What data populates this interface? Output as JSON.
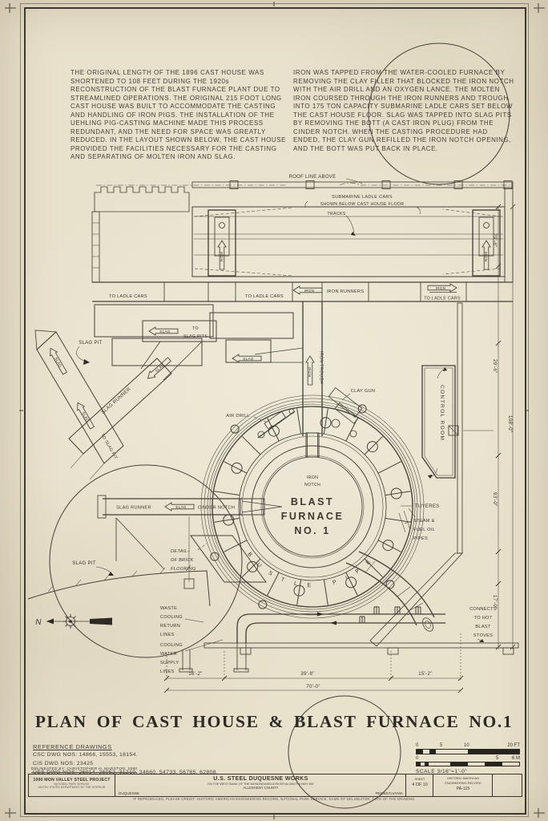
{
  "intro": {
    "left": "THE ORIGINAL LENGTH OF THE 1896 CAST HOUSE WAS SHORTENED TO 108 FEET DURING THE 1920s RECONSTRUCTION OF THE BLAST FURNACE PLANT DUE TO STREAMLINED OPERATIONS. THE ORIGINAL 215 FOOT LONG CAST HOUSE WAS BUILT TO ACCOMMODATE THE CASTING AND HANDLING OF IRON PIGS. THE INSTALLATION OF THE UEHLING PIG-CASTING MACHINE MADE THIS PROCESS REDUNDANT, AND THE NEED FOR SPACE WAS GREATLY REDUCED. IN THE LAYOUT SHOWN BELOW, THE CAST HOUSE PROVIDED THE FACILITIES NECESSARY FOR THE CASTING AND SEPARATING OF MOLTEN IRON AND SLAG.",
    "right": "IRON WAS TAPPED FROM THE WATER-COOLED FURNACE BY REMOVING THE CLAY FILLER THAT BLOCKED THE IRON NOTCH WITH THE AIR DRILL AND AN OXYGEN LANCE. THE MOLTEN IRON COURSED THROUGH THE IRON RUNNERS AND TROUGH INTO 175 TON CAPACITY SUBMARINE LADLE CARS SET BELOW THE CAST HOUSE FLOOR. SLAG WAS TAPPED INTO SLAG PITS BY REMOVING THE BOTT (A CAST IRON PLUG) FROM THE CINDER NOTCH. WHEN THE CASTING PROCEDURE HAD ENDED, THE CLAY GUN REFILLED THE IRON NOTCH OPENING, AND THE BOTT WAS PUT BACK IN PLACE."
  },
  "plan": {
    "labels": {
      "roof_line": "ROOF LINE ABOVE",
      "submarine1": "SUBMARINE LADLE CARS",
      "submarine2": "SHOWN BELOW CAST HOUSE FLOOR",
      "tracks": "TRACKS",
      "to_ladle_cars": "TO LADLE CARS",
      "iron": "IRON",
      "iron_runners": "IRON RUNNERS",
      "slag": "SLAG",
      "to_word": "TO",
      "slag_pits": "SLAG PITS",
      "slag_pit": "SLAG PIT",
      "slag_runner": "SLAG RUNNER",
      "to_slag_pit": "TO SLAG PIT",
      "air_drill": "AIR DRILL",
      "clay_gun": "CLAY GUN",
      "iron_trough": "IRON TROUGH",
      "control_room": "CONTROL ROOM",
      "iron_notch1": "IRON",
      "iron_notch2": "NOTCH",
      "blast": "BLAST",
      "furnace": "FURNACE",
      "no1": "NO. 1",
      "cinder_notch": "CINDER NOTCH",
      "tuyeres": "TUYERES",
      "steam1": "STEAM &",
      "steam2": "FUEL OIL",
      "steam3": "PIPES",
      "bustle": "BUSTLE PIPE",
      "detail1": "DETAIL-",
      "detail2": "OF BRICK",
      "detail3": "FLOORING",
      "waste1": "WASTE",
      "waste2": "COOLING",
      "waste3": "RETURN",
      "waste4": "LINES",
      "cool1": "COOLING",
      "cool2": "WATER",
      "cool3": "SUPPLY",
      "cool4": "LINES",
      "conn1": "CONNECTS",
      "conn2": "TO HOT",
      "conn3": "BLAST",
      "conn4": "STOVES",
      "north": "N"
    },
    "dims": {
      "r29a": "29'-6\"",
      "r29b": "29'-6\"",
      "r108": "108'-0\"",
      "r93": "93'-0\"",
      "r17": "17'-0\"",
      "b18": "18'-2\"",
      "b39": "39'-8\"",
      "b15": "15'-2\"",
      "b70": "70'-0\""
    }
  },
  "title": "PLAN OF CAST HOUSE & BLAST FURNACE NO.1",
  "reference": {
    "heading": "REFERENCE DRAWINGS",
    "l1": "CSC DWG NOS: 14866, 15553, 18154.",
    "l2": "CIS DWG NOS: 23425",
    "l3": "USS DWG NOS: 26014, 26052, 31210, 34660, 54733, 56785, 62808."
  },
  "scale": {
    "f0": "0",
    "f5": "5",
    "f10": "10",
    "f20": "20 FT",
    "m0": "0",
    "m5": "5",
    "m6": "6 M",
    "label": "SCALE  3/16\"=1'-0\""
  },
  "titleblock": {
    "delineated": "DELINEATED BY: CHRISTOPHER H. MARSTON, 1990",
    "project": "1990 MON VALLEY STEEL PROJECT",
    "project_sub1": "NATIONAL PARK SERVICE",
    "project_sub2": "UNITED STATES DEPARTMENT OF THE INTERIOR",
    "city": "DUQUESNE",
    "works": "U.S. STEEL DUQUESNE WORKS",
    "works_sub": "ON THE WEST BANK OF THE MONONGAHELA RIVER ALONG PA HWY 837",
    "county": "ALLEGHENY COUNTY",
    "state": "PENNSYLVANIA",
    "sheet_label": "SHEET",
    "sheet_no": "4 OF 10",
    "record1": "HISTORIC AMERICAN",
    "record2": "ENGINEERING RECORD",
    "record3": "PA-115",
    "credit": "IF REPRODUCED, PLEASE CREDIT: HISTORIC AMERICAN ENGINEERING RECORD, NATIONAL PARK SERVICE, NAME OF DELINEATOR, DATE OF THE DRAWING"
  }
}
